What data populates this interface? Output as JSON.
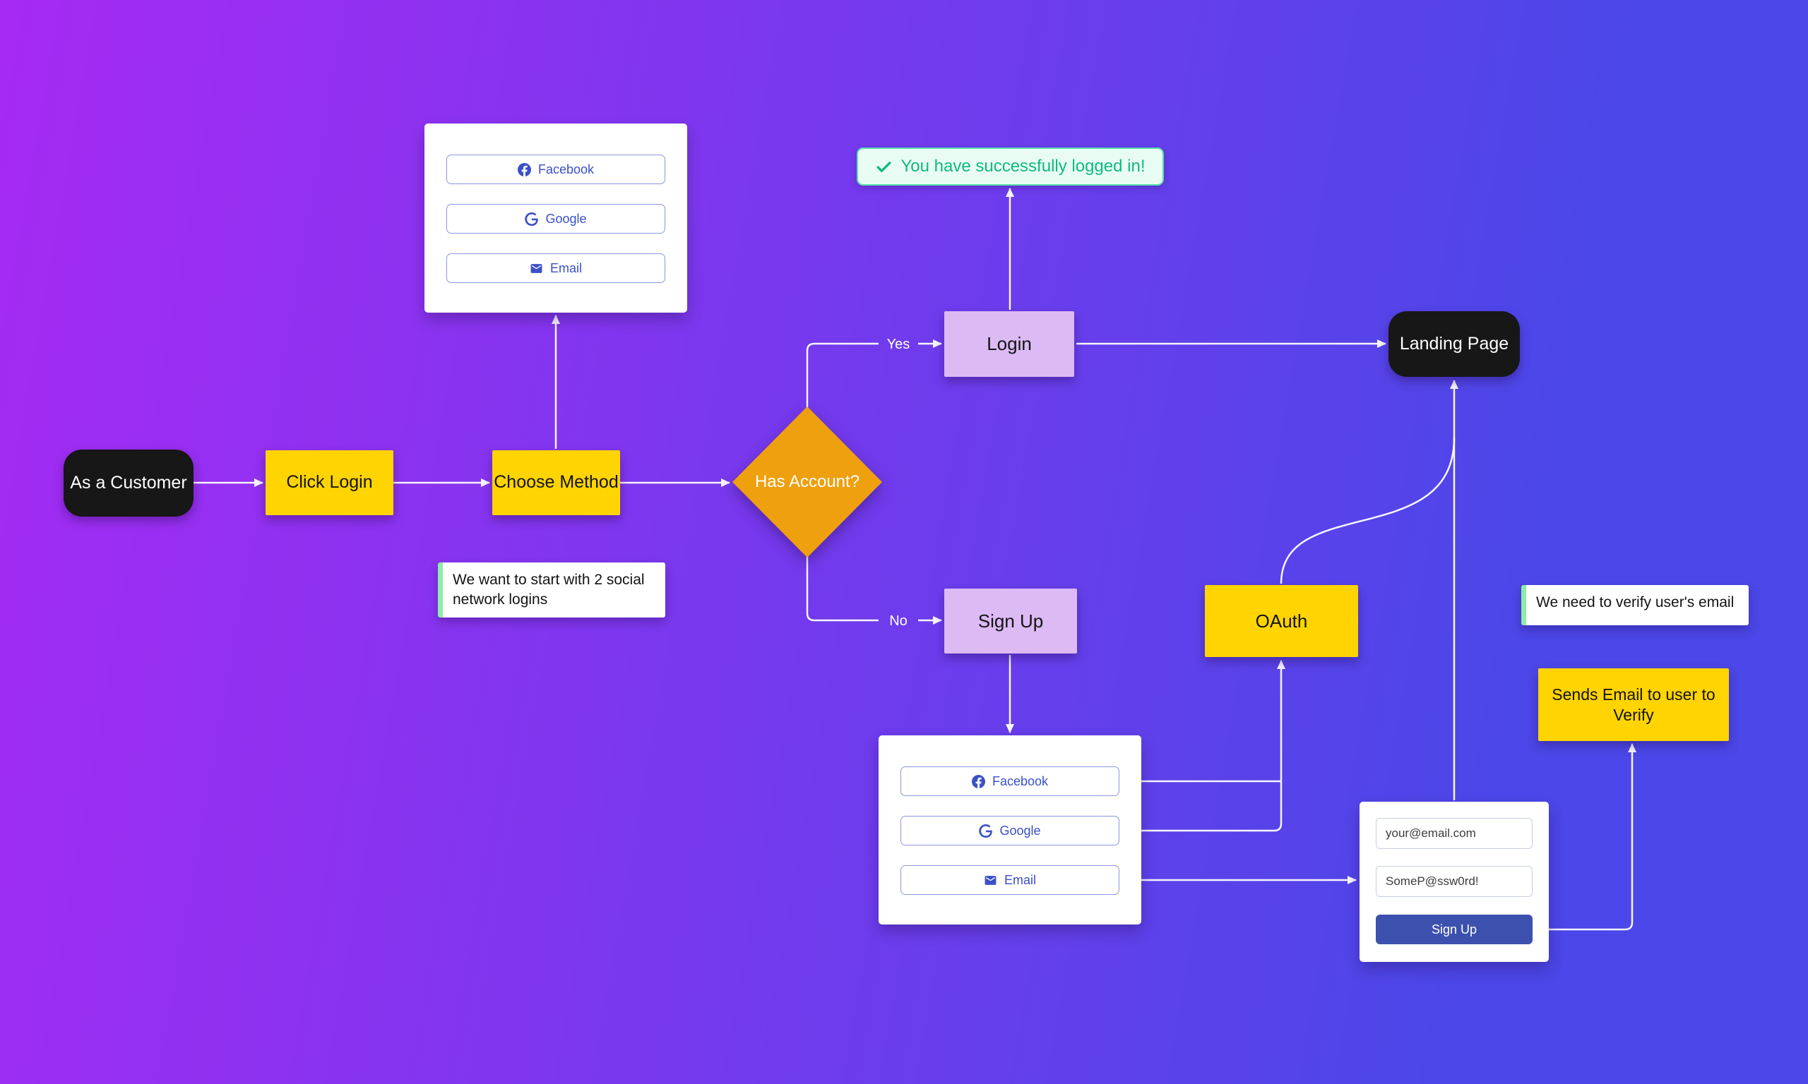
{
  "colors": {
    "background_left": "#a62af3",
    "background_right": "#4b47e8",
    "node_yellow": "#ffd400",
    "node_orange": "#efa00e",
    "node_lavender": "#dcbaf4",
    "node_black": "#171717",
    "success_green": "#10b981",
    "success_bg": "#e9fcf4",
    "success_border": "#57dfa8",
    "note_accent": "#8deca6",
    "button_blue": "#3b50c8",
    "button_border": "#8d96e2",
    "submit_blue": "#3b51ad",
    "connector": "#ffffff"
  },
  "nodes": {
    "as_a_customer": "As a Customer",
    "click_login": "Click Login",
    "choose_method": "Choose Method",
    "has_account": "Has Account?",
    "login": "Login",
    "landing_page": "Landing Page",
    "sign_up": "Sign Up",
    "oauth": "OAuth",
    "sends_email_to_verify": "Sends Email to user to Verify"
  },
  "edges": {
    "yes_label": "Yes",
    "no_label": "No"
  },
  "alert": {
    "message": "You have successfully logged in!",
    "icon": "check-icon"
  },
  "social_buttons": {
    "facebook": {
      "label": "Facebook",
      "icon": "facebook-icon"
    },
    "google": {
      "label": "Google",
      "icon": "google-icon"
    },
    "email": {
      "label": "Email",
      "icon": "email-icon"
    }
  },
  "notes": {
    "social_networks": "We want to start with 2 social network logins",
    "verify_email": "We need to verify user's email"
  },
  "signup_form": {
    "email_value": "your@email.com",
    "password_value": "SomeP@ssw0rd!",
    "submit_label": "Sign Up"
  }
}
